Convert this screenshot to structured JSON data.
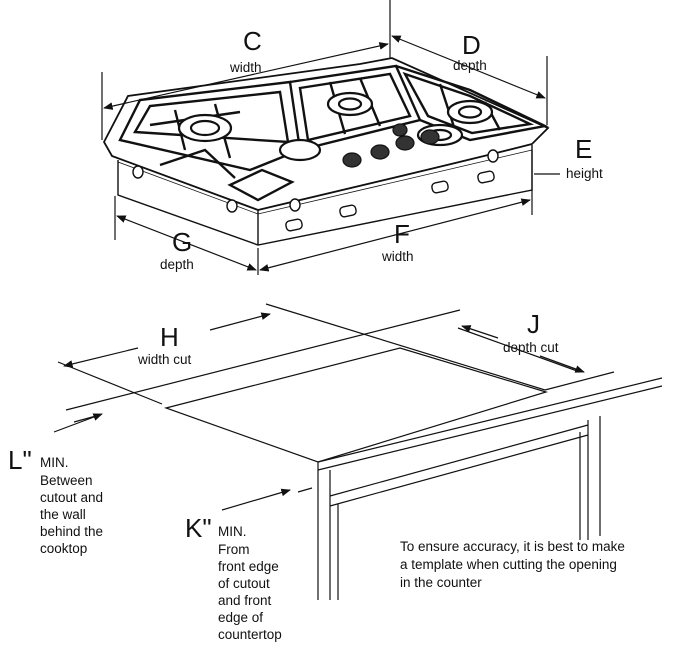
{
  "labels": {
    "c": {
      "letter": "C",
      "caption": "width"
    },
    "d": {
      "letter": "D",
      "caption": "depth"
    },
    "e": {
      "letter": "E",
      "caption": "height"
    },
    "f": {
      "letter": "F",
      "caption": "width"
    },
    "g": {
      "letter": "G",
      "caption": "depth"
    },
    "h": {
      "letter": "H",
      "caption": "width cut"
    },
    "j": {
      "letter": "J",
      "caption": "depth cut"
    },
    "l": {
      "letter": "L\"",
      "min": "MIN.",
      "lines": [
        "Between",
        "cutout and",
        "the wall",
        "behind the",
        "cooktop"
      ]
    },
    "k": {
      "letter": "K\"",
      "min": "MIN.",
      "lines": [
        "From",
        "front edge",
        "of cutout",
        "and front",
        "edge of",
        "countertop"
      ]
    }
  },
  "note": [
    "To ensure accuracy, it is best to make",
    "a template when cutting the opening",
    "in the counter"
  ]
}
